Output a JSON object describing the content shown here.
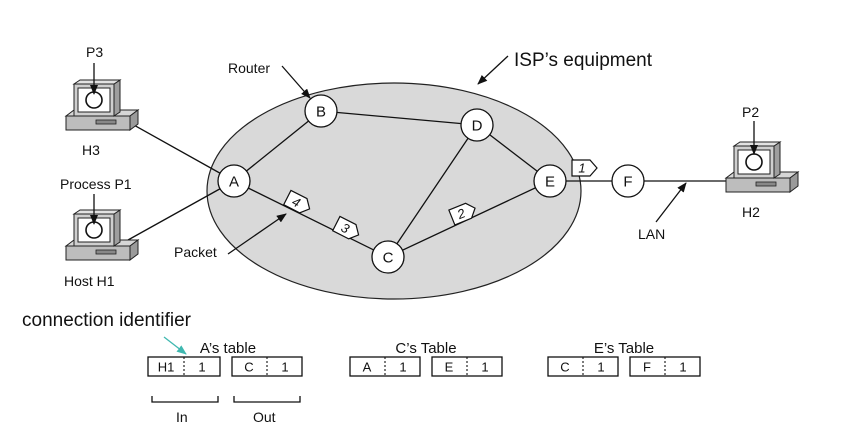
{
  "labels": {
    "isp": "ISP’s equipment",
    "router": "Router",
    "packet": "Packet",
    "lan": "LAN",
    "process_p1": "Process P1",
    "host_h1": "Host H1",
    "p3": "P3",
    "h3": "H3",
    "p2": "P2",
    "h2": "H2",
    "connection_identifier": "connection identifier",
    "in": "In",
    "out": "Out"
  },
  "nodes": [
    {
      "id": "A",
      "label": "A"
    },
    {
      "id": "B",
      "label": "B"
    },
    {
      "id": "C",
      "label": "C"
    },
    {
      "id": "D",
      "label": "D"
    },
    {
      "id": "E",
      "label": "E"
    },
    {
      "id": "F",
      "label": "F"
    }
  ],
  "packets": [
    {
      "label": "1"
    },
    {
      "label": "2"
    },
    {
      "label": "3"
    },
    {
      "label": "4"
    }
  ],
  "tables": [
    {
      "title": "A’s table",
      "cells": [
        "H1",
        "1",
        "C",
        "1"
      ]
    },
    {
      "title": "C’s Table",
      "cells": [
        "A",
        "1",
        "E",
        "1"
      ]
    },
    {
      "title": "E’s Table",
      "cells": [
        "C",
        "1",
        "F",
        "1"
      ]
    }
  ],
  "colors": {
    "ellipse_fill": "#d9d9d9",
    "line": "#111111",
    "annotation_arrow": "#3fb8b0",
    "computer_body": "#b3b3b3"
  }
}
